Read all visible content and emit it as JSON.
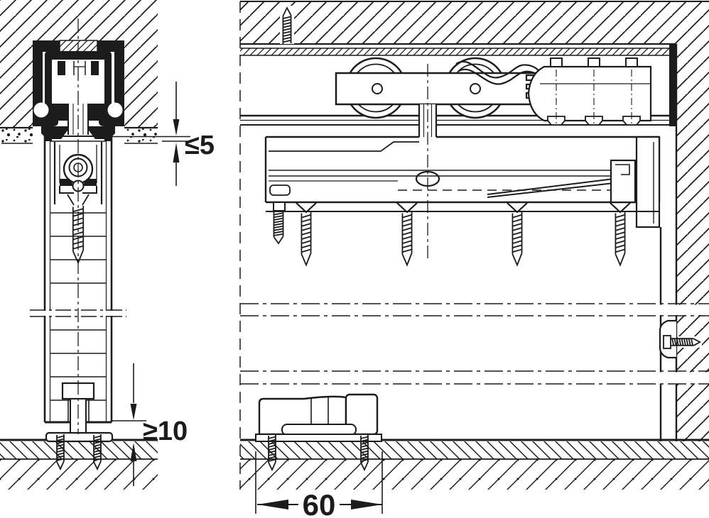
{
  "drawing": {
    "background": "#ffffff",
    "line_color": "#1c1c1c",
    "kind": "sliding-door-hardware-installation-drawing"
  },
  "views": {
    "section": {
      "name": "vertical-cross-section"
    },
    "elevation": {
      "name": "side-elevation"
    }
  },
  "dimensions": {
    "top_gap": {
      "label": "≤5"
    },
    "bottom_clearance": {
      "label": "≥10"
    },
    "guide_plate": {
      "label": "60"
    }
  }
}
